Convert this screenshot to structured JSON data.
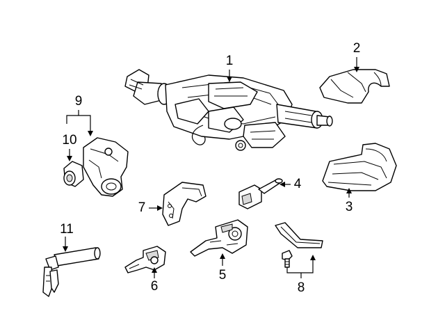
{
  "diagram": {
    "callouts": {
      "c1": "1",
      "c2": "2",
      "c3": "3",
      "c4": "4",
      "c5": "5",
      "c6": "6",
      "c7": "7",
      "c8": "8",
      "c9": "9",
      "c10": "10",
      "c11": "11"
    },
    "colors": {
      "line": "#000000",
      "background": "#ffffff"
    }
  }
}
